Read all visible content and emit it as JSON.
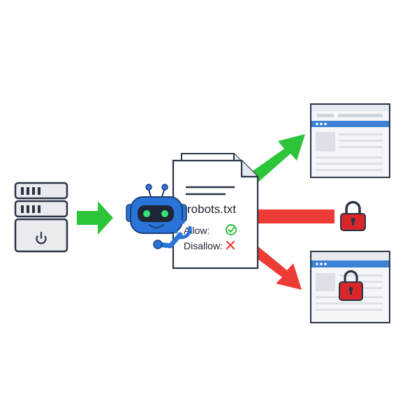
{
  "document": {
    "filename": "robots.txt",
    "allow_label": "Allow:",
    "disallow_label": "Disallow:"
  },
  "icons": {
    "server": "server-icon",
    "power": "power-icon",
    "robot": "robot-crawler-icon",
    "document": "document-icon",
    "check": "check-circle-icon",
    "cross": "x-mark-icon",
    "lock": "padlock-icon",
    "webpage": "webpage-icon"
  },
  "colors": {
    "allow_green": "#2ec43a",
    "deny_red": "#ee3b35",
    "robot_blue": "#2a73d9",
    "browser_blue": "#3b82d6",
    "outline": "#2b3345",
    "lock_red": "#d9262b",
    "server_gray": "#e9ebef"
  }
}
